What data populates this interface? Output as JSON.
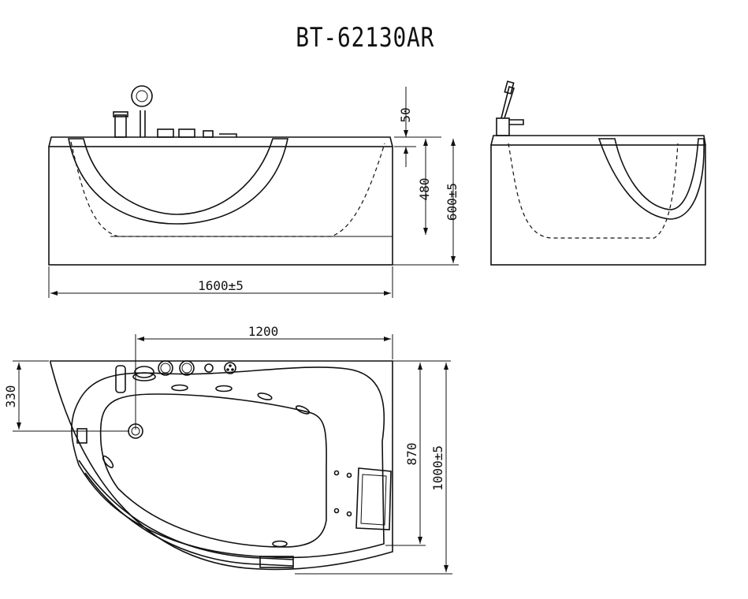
{
  "model_title": "BT-62130AR",
  "dimensions": {
    "front_height_top": "50",
    "front_depth": "480",
    "front_total_height": "600±5",
    "front_length": "1600±5",
    "plan_length": "1200",
    "plan_offset": "330",
    "plan_inner_width": "870",
    "plan_total_width": "1000±5"
  },
  "views": [
    "front-elevation",
    "side-elevation",
    "plan-view"
  ]
}
